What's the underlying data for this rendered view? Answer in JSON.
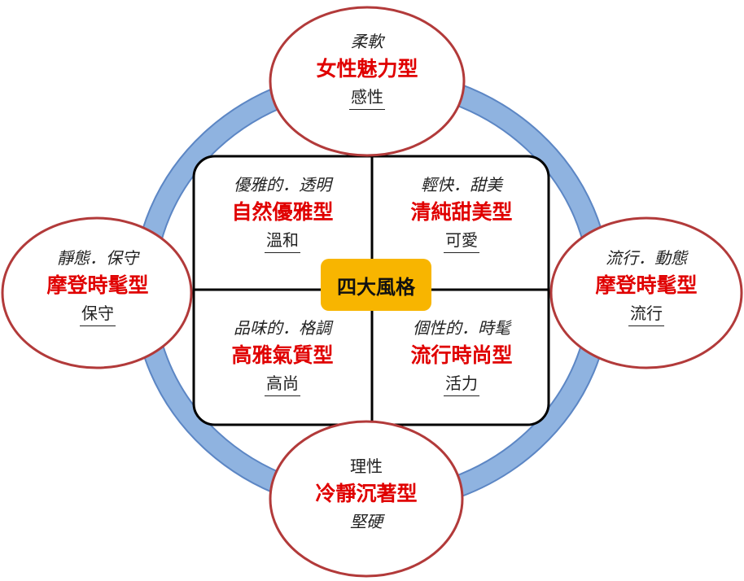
{
  "center": {
    "label": "四大風格"
  },
  "outer": {
    "top": {
      "line1": "柔軟",
      "title": "女性魅力型",
      "keyword": "感性"
    },
    "left": {
      "line1": "靜態．保守",
      "title": "摩登時髦型",
      "keyword": "保守"
    },
    "right": {
      "line1": "流行．動態",
      "title": "摩登時髦型",
      "keyword": "流行"
    },
    "bottom": {
      "line0": "理性",
      "title": "冷靜沉著型",
      "keyword": "堅硬"
    }
  },
  "quadrants": {
    "top_left": {
      "desc": "優雅的．透明",
      "title": "自然優雅型",
      "keyword": "溫和"
    },
    "top_right": {
      "desc": "輕快．甜美",
      "title": "清純甜美型",
      "keyword": "可愛"
    },
    "bottom_left": {
      "desc": "品味的．格調",
      "title": "高雅氣質型",
      "keyword": "高尚"
    },
    "bottom_right": {
      "desc": "個性的．時髦",
      "title": "流行時尚型",
      "keyword": "活力"
    }
  },
  "colors": {
    "ring": "#8fb3e0",
    "ring_edge": "#5c86c4",
    "ellipse_border": "#b23a3a",
    "title_red": "#e00000",
    "center_badge": "#f8b500"
  }
}
